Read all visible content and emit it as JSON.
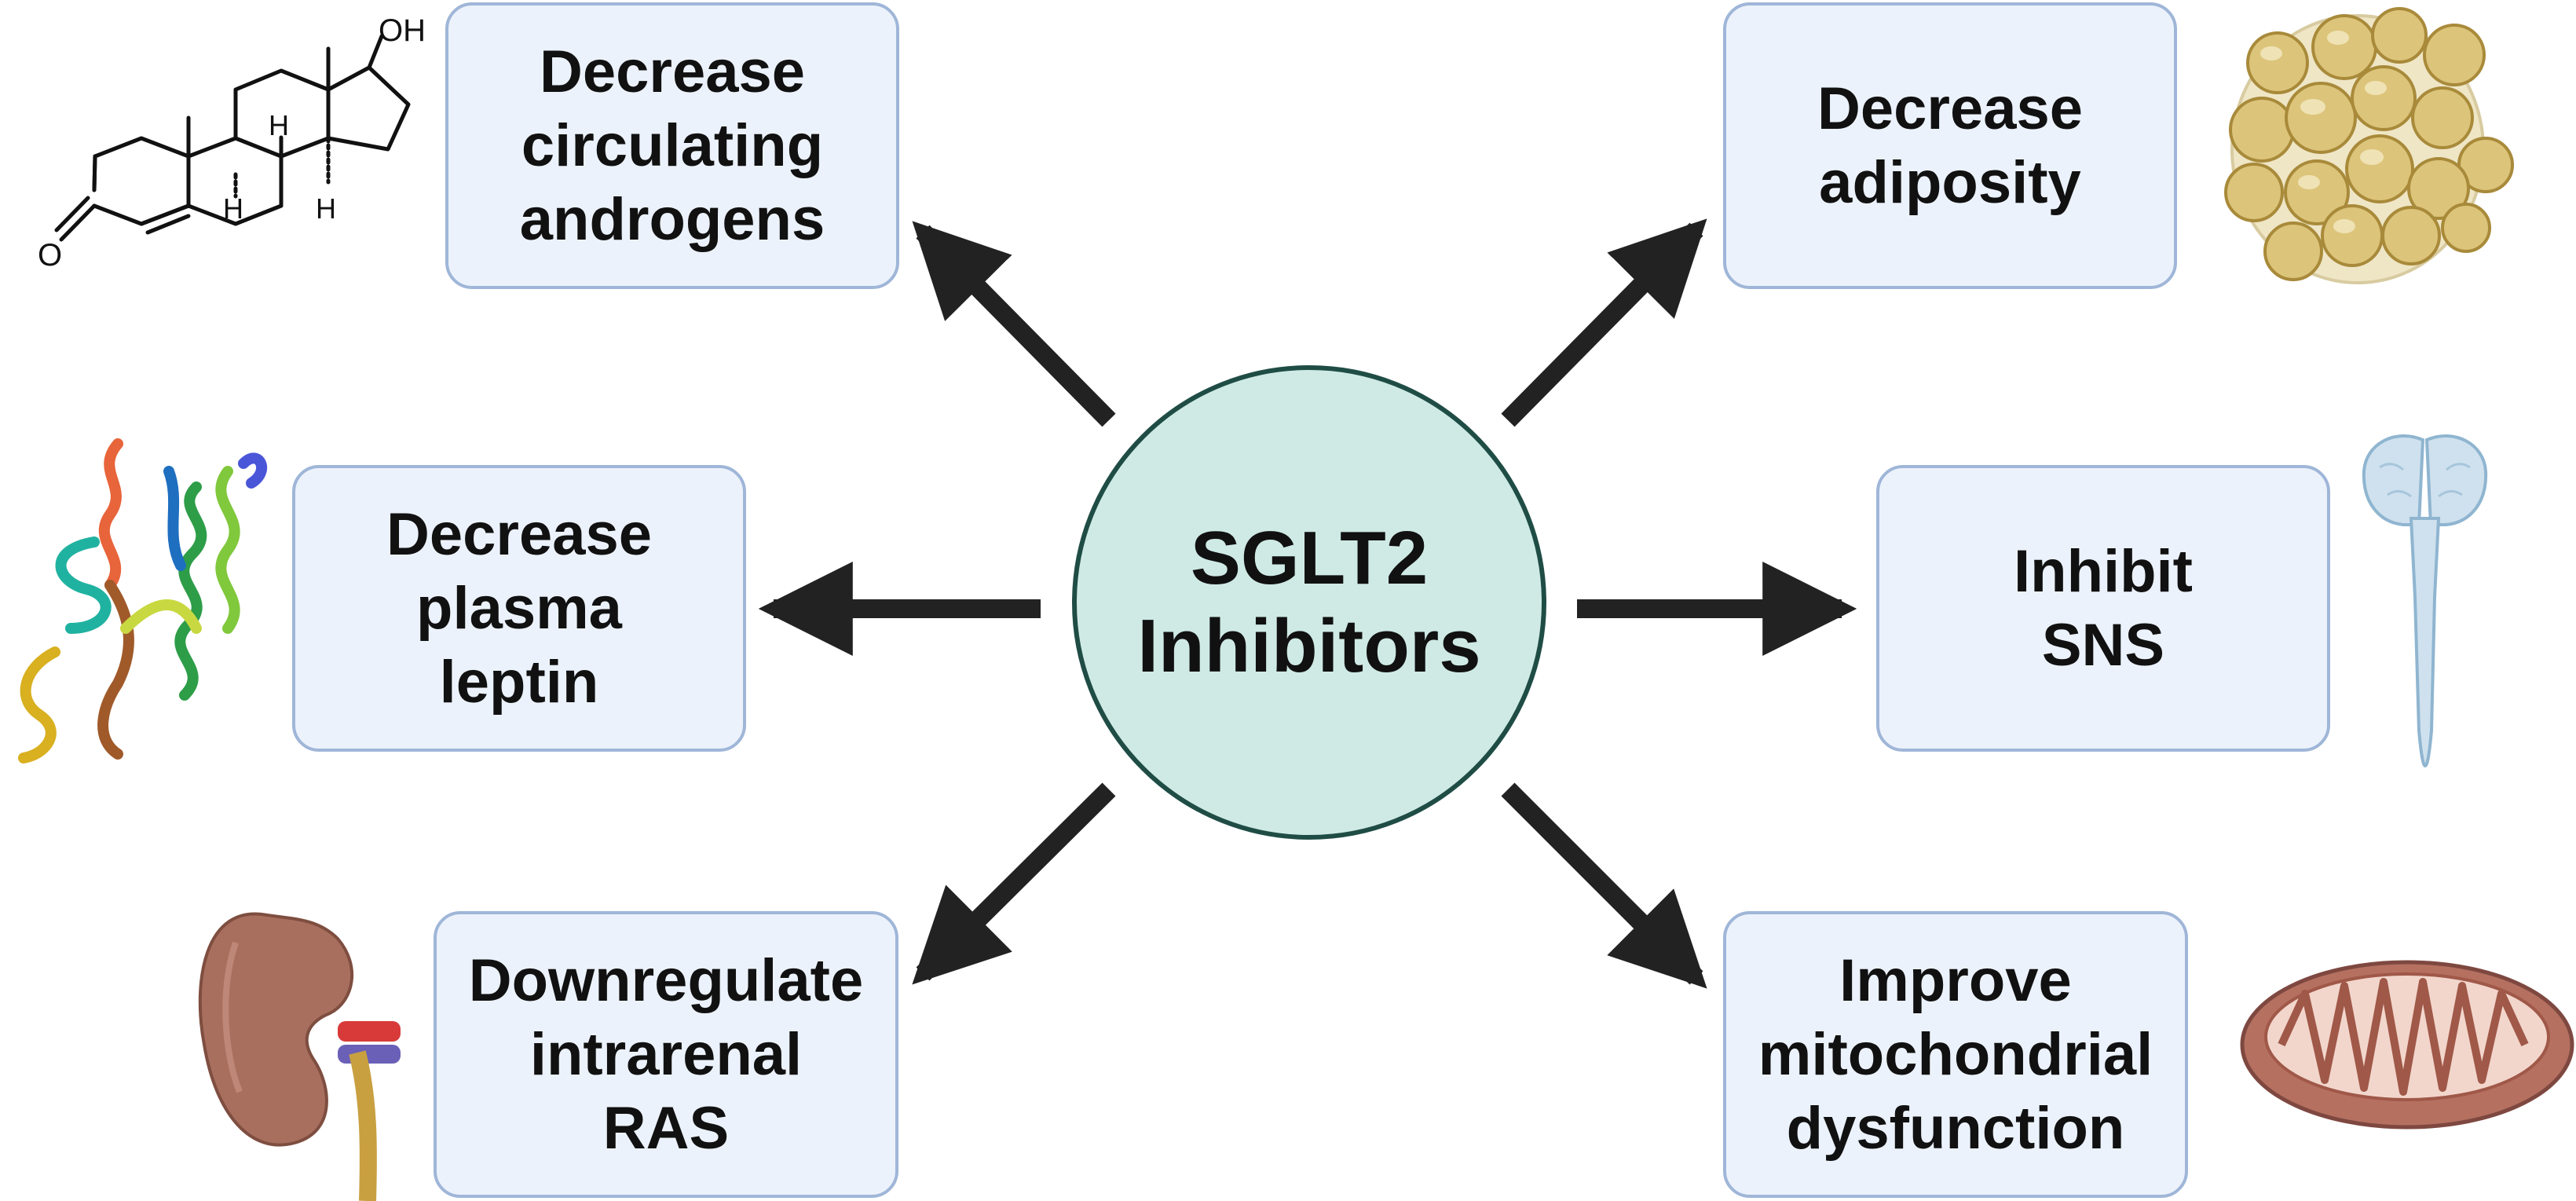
{
  "center": {
    "label": "SGLT2\nInhibitors"
  },
  "effects": [
    {
      "id": "androgens",
      "label": "Decrease\ncirculating\nandrogens",
      "icon": "steroid-molecule-icon"
    },
    {
      "id": "adiposity",
      "label": "Decrease\nadiposity",
      "icon": "fat-cells-icon"
    },
    {
      "id": "leptin",
      "label": "Decrease\nplasma\nleptin",
      "icon": "protein-structure-icon"
    },
    {
      "id": "sns",
      "label": "Inhibit\nSNS",
      "icon": "brain-spinal-cord-icon"
    },
    {
      "id": "ras",
      "label": "Downregulate\nintrarenal\nRAS",
      "icon": "kidney-icon"
    },
    {
      "id": "mito",
      "label": "Improve\nmitochondrial\ndysfunction",
      "icon": "mitochondrion-icon"
    }
  ],
  "molecule": {
    "oh": "OH",
    "o": "O",
    "h": "H"
  },
  "colors": {
    "box_fill": "#ecf2fb",
    "box_border": "#9fb6d8",
    "center_fill": "#cfeae5",
    "center_border": "#1f4d45",
    "arrow": "#222222"
  }
}
